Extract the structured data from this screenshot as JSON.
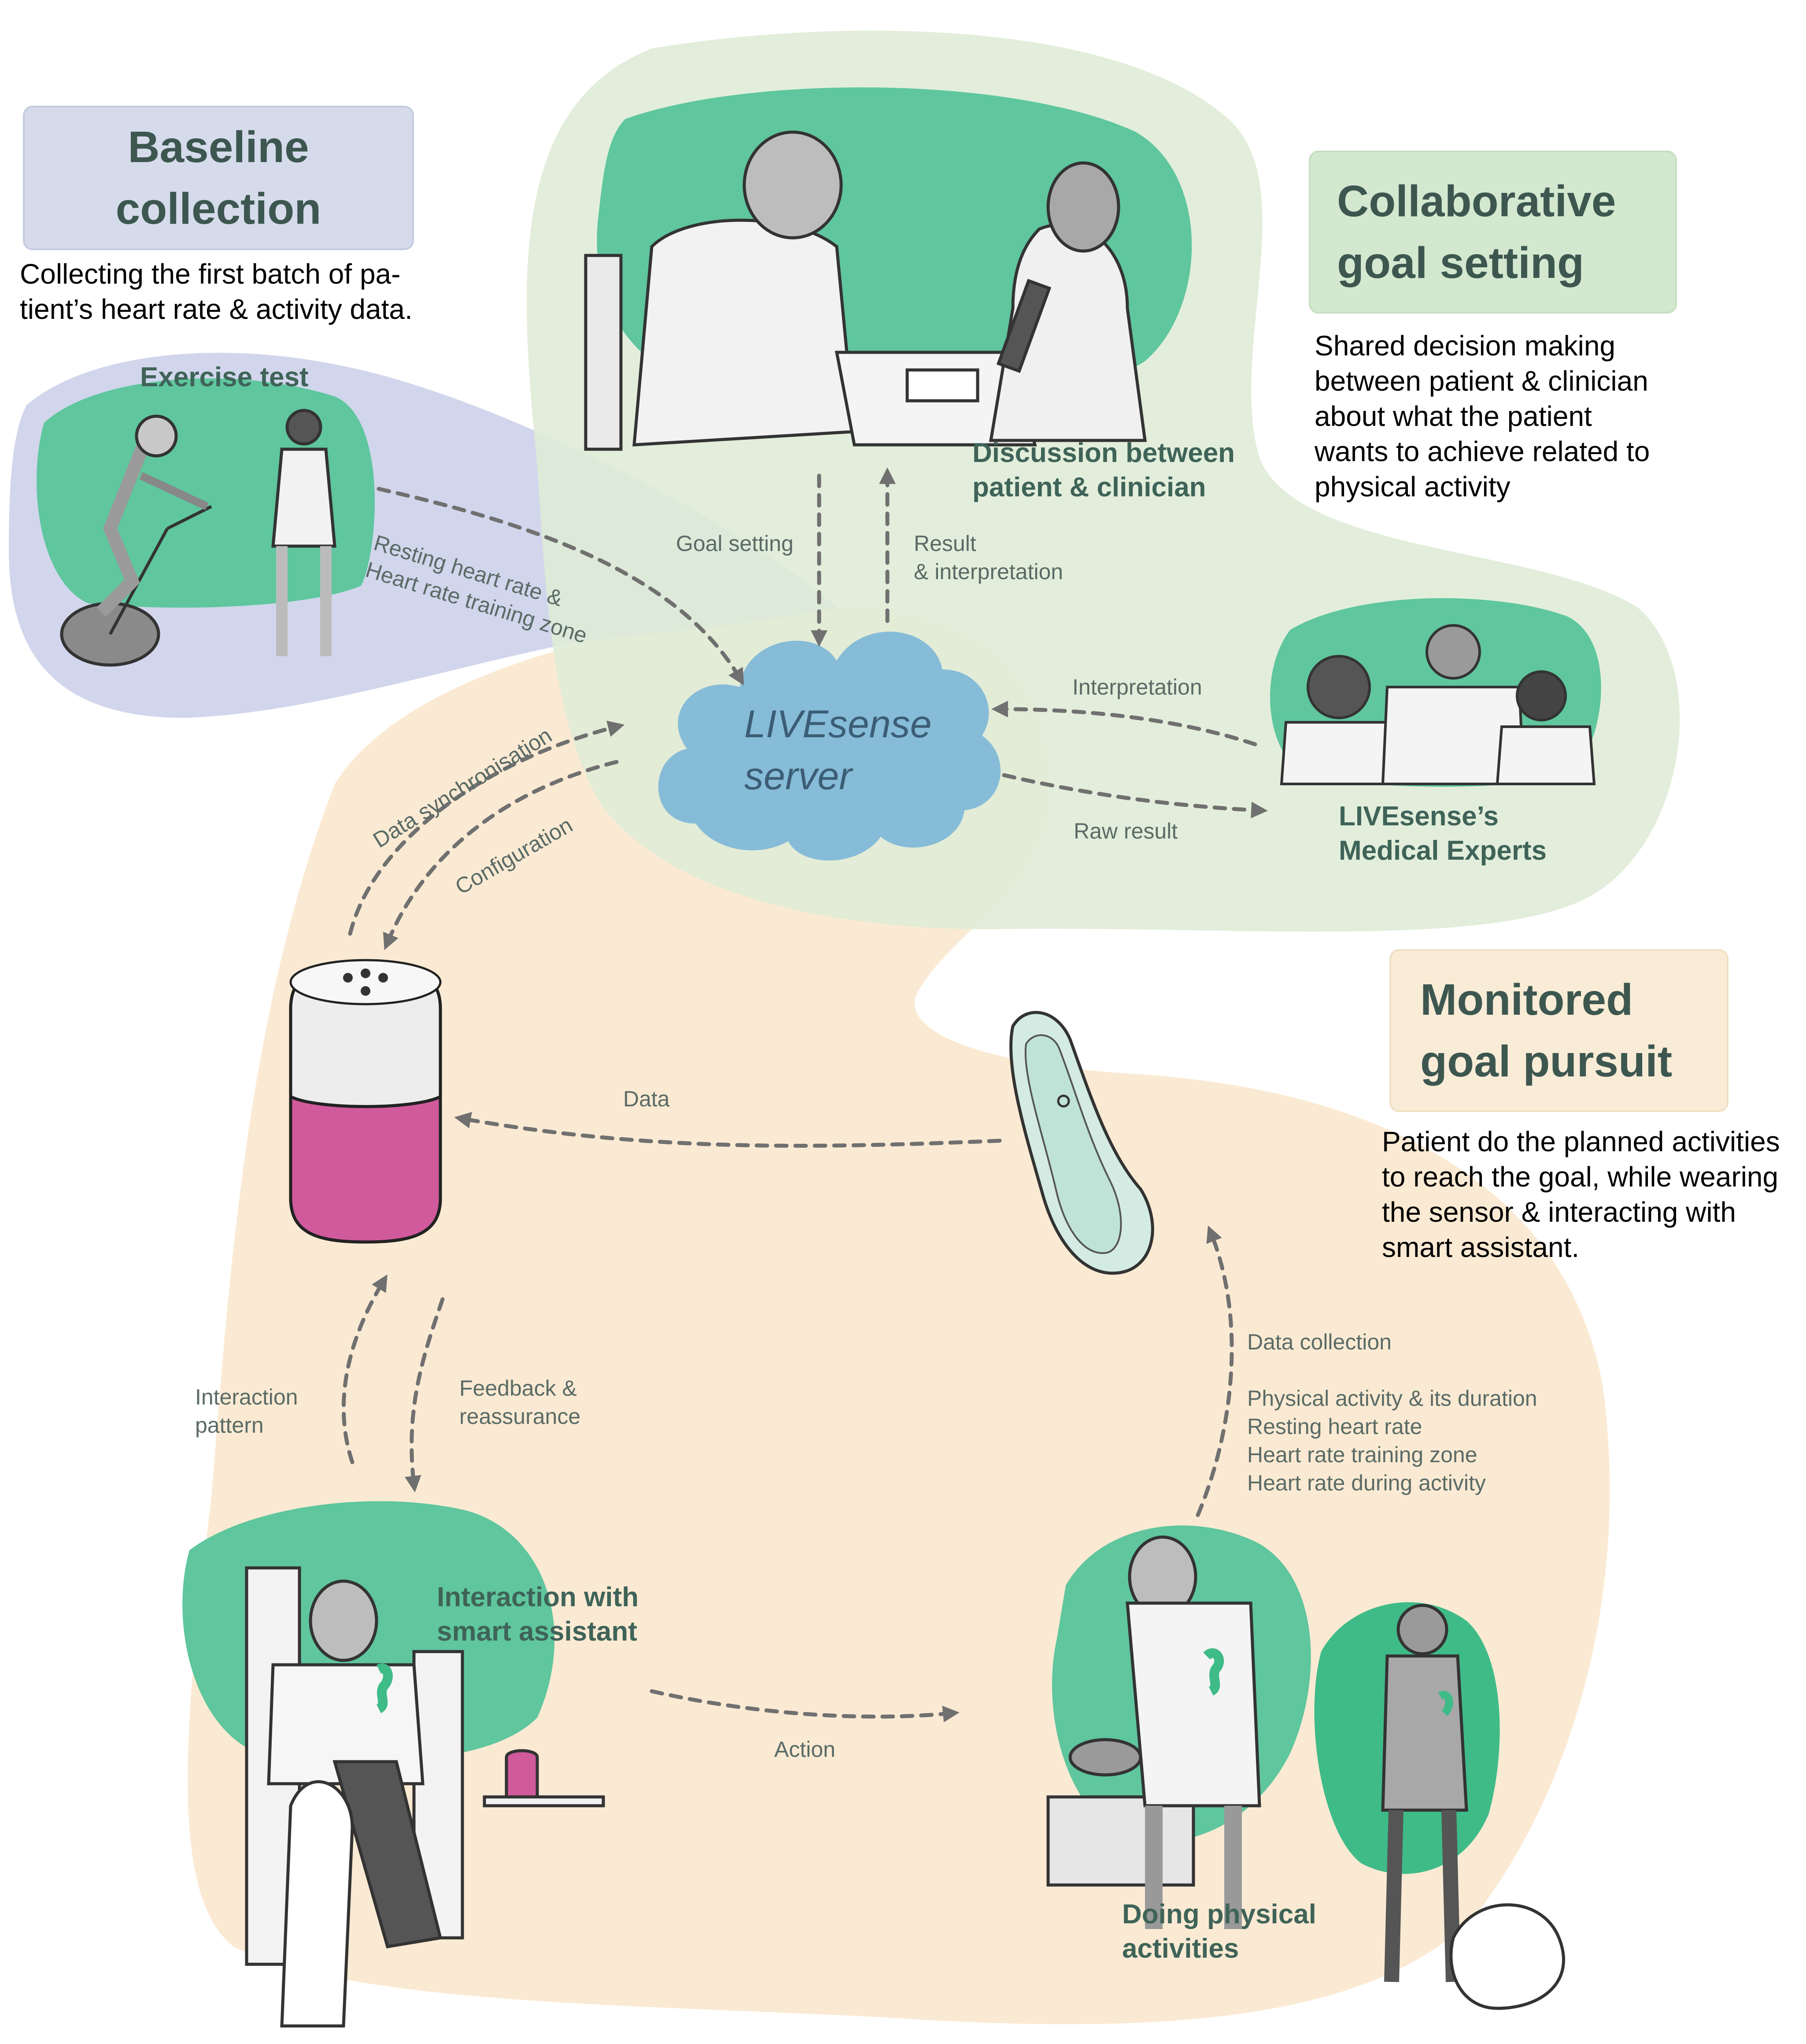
{
  "phases": {
    "baseline": {
      "title": "Baseline collection",
      "title_lines": [
        "Baseline",
        "collection"
      ],
      "description_lines": [
        "Collecting the first batch of pa-",
        "tient’s heart rate & activity data."
      ]
    },
    "collaborative": {
      "title": "Collaborative goal setting",
      "title_lines": [
        "Collaborative",
        "goal setting"
      ],
      "description_lines": [
        "Shared decision making",
        "between patient & clinician",
        "about what the patient",
        "wants to achieve related to",
        "physical activity"
      ]
    },
    "monitored": {
      "title": "Monitored goal pursuit",
      "title_lines": [
        "Monitored",
        "goal pursuit"
      ],
      "description_lines": [
        "Patient do the planned activities",
        "to reach the goal, while wearing",
        "the sensor & interacting with",
        "smart assistant."
      ]
    }
  },
  "nodes": {
    "exercise_test": "Exercise test",
    "discussion": [
      "Discussion between",
      "patient & clinician"
    ],
    "server": [
      "LIVEsense",
      "server"
    ],
    "experts": [
      "LIVEsense’s",
      "Medical Experts"
    ],
    "interaction": [
      "Interaction with",
      "smart assistant"
    ],
    "activities": [
      "Doing physical",
      "activities"
    ]
  },
  "flows": {
    "baseline_to_server": [
      "Resting heart rate &",
      "Heart rate training zone"
    ],
    "goal_setting": "Goal setting",
    "result": [
      "Result",
      "& interpretation"
    ],
    "interpretation": "Interpretation",
    "raw_result": "Raw result",
    "data_sync": "Data synchronisation",
    "configuration": "Configuration",
    "data": "Data",
    "interaction_pattern": [
      "Interaction",
      "pattern"
    ],
    "feedback": [
      "Feedback &",
      "reassurance"
    ],
    "action": "Action",
    "data_collection": [
      "Data collection",
      "",
      "Physical activity & its duration",
      "Resting heart rate",
      "Heart rate training zone",
      "Heart rate during activity"
    ]
  },
  "colors": {
    "baseline_zone": "#cdd3ea",
    "baseline_box": "#d5dbeb",
    "collab_zone": "#deecd6",
    "collab_box": "#d4e8d0",
    "monitored_zone": "#fbe8cf",
    "monitored_box": "#f9ecd6",
    "blob_green": "#5fc69e",
    "cloud": "#86bcd8",
    "arrow": "#707070",
    "title_text": "#3d5750",
    "label_text": "#3f6358",
    "speaker_pink": "#d15a9c"
  }
}
